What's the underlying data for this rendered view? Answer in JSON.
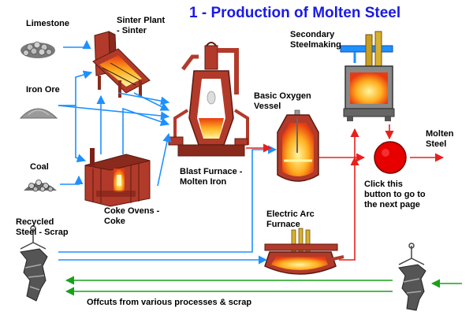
{
  "title": "1 - Production of Molten Steel",
  "labels": {
    "limestone": "Limestone",
    "sinter_plant_1": "Sinter Plant",
    "sinter_plant_2": "- Sinter",
    "iron_ore": "Iron Ore",
    "coal": "Coal",
    "coke_ovens_1": "Coke Ovens -",
    "coke_ovens_2": "Coke",
    "blast_furnace_1": "Blast Furnace -",
    "blast_furnace_2": "Molten Iron",
    "bov_1": "Basic Oxygen",
    "bov_2": "Vessel",
    "secondary_1": "Secondary",
    "secondary_2": "Steelmaking",
    "molten_1": "Molten",
    "molten_2": "Steel",
    "click_1": "Click this",
    "click_2": "button to go to",
    "click_3": "the next page",
    "eaf_1": "Electric Arc",
    "eaf_2": "Furnace",
    "recycled_1": "Recycled",
    "recycled_2": "Steel - Scrap",
    "offcuts": "Offcuts from various processes & scrap"
  },
  "colors": {
    "title": "#1a1ae6",
    "flow_blue": "#1e90ff",
    "flow_red": "#e8201c",
    "flow_green": "#1aa01a",
    "button_red": "#e60000",
    "furnace_brick": "#b23a2a"
  },
  "icons": {
    "next_button": "red-circle-button",
    "scrap": "scrap-hook-icon"
  }
}
